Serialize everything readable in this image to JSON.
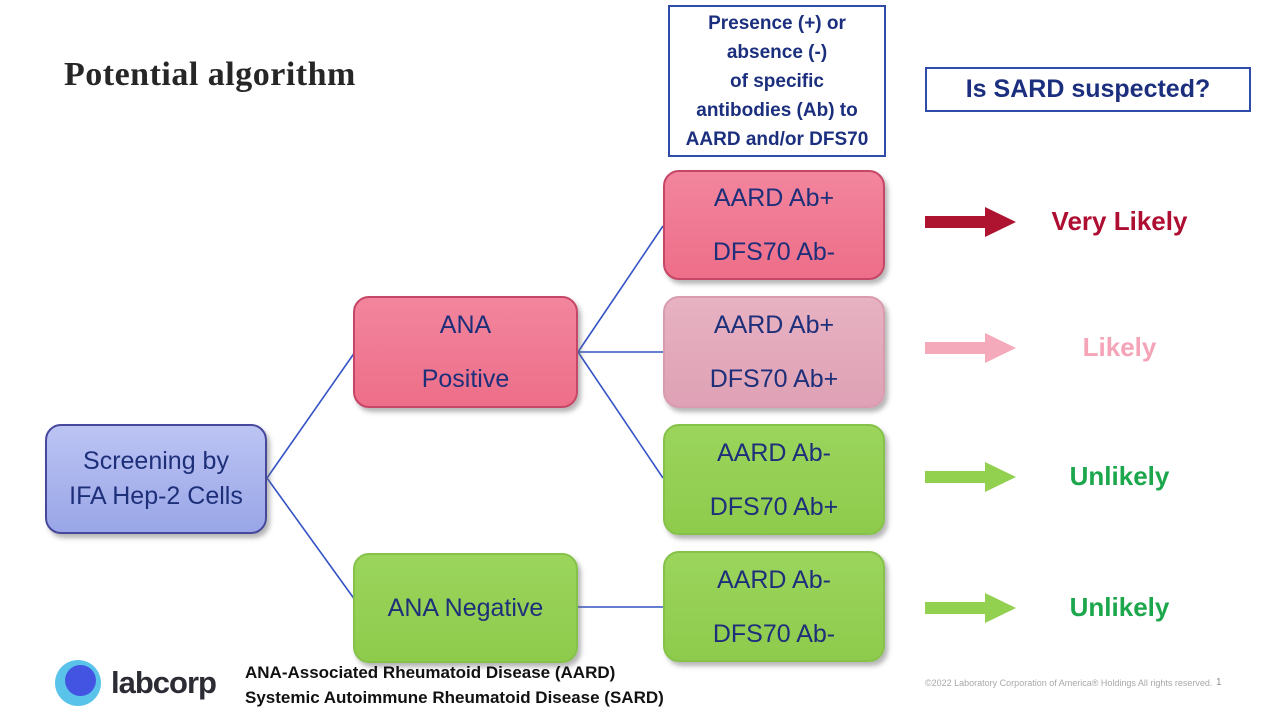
{
  "title": "Potential algorithm",
  "annotations": {
    "antibody_note_lines": [
      "Presence (+) or",
      "absence (-)",
      "of specific",
      "antibodies (Ab) to",
      "AARD and/or DFS70"
    ],
    "sard_question": "Is SARD suspected?"
  },
  "flowchart": {
    "screening": {
      "lines": [
        "Screening by",
        "IFA Hep-2 Cells"
      ]
    },
    "ana_positive": {
      "lines": [
        "ANA",
        "Positive"
      ]
    },
    "ana_negative": {
      "lines": [
        "ANA Negative"
      ]
    },
    "results": [
      {
        "lines": [
          "AARD Ab+",
          "DFS70 Ab-"
        ],
        "variant": "pink"
      },
      {
        "lines": [
          "AARD Ab+",
          "DFS70 Ab+"
        ],
        "variant": "light-pink"
      },
      {
        "lines": [
          "AARD Ab-",
          "DFS70 Ab+"
        ],
        "variant": "green"
      },
      {
        "lines": [
          "AARD Ab-",
          "DFS70 Ab-"
        ],
        "variant": "green"
      }
    ],
    "outcomes": [
      {
        "label": "Very Likely",
        "text_color": "#AE0E31",
        "arrow_color": "#AE1330"
      },
      {
        "label": "Likely",
        "text_color": "#F5A3B7",
        "arrow_color": "#F5AABB"
      },
      {
        "label": "Unlikely",
        "text_color": "#1CA74D",
        "arrow_color": "#92D050"
      },
      {
        "label": "Unlikely",
        "text_color": "#1CA74D",
        "arrow_color": "#92D050"
      }
    ]
  },
  "colors": {
    "node_text": "#1E2F7A",
    "connector": "#3453C4",
    "pink_fill": "#EE6E89",
    "light_pink_fill": "#DFA1B5",
    "green_fill": "#92D050",
    "blue_fill": "#A6B0EC"
  },
  "footer": {
    "logo_text": "labcorp",
    "footnote_lines": [
      "ANA-Associated Rheumatoid Disease (AARD)",
      "Systemic Autoimmune Rheumatoid Disease (SARD)"
    ],
    "copyright": "©2022 Laboratory Corporation of America® Holdings   All rights reserved.",
    "page_number": "1"
  }
}
